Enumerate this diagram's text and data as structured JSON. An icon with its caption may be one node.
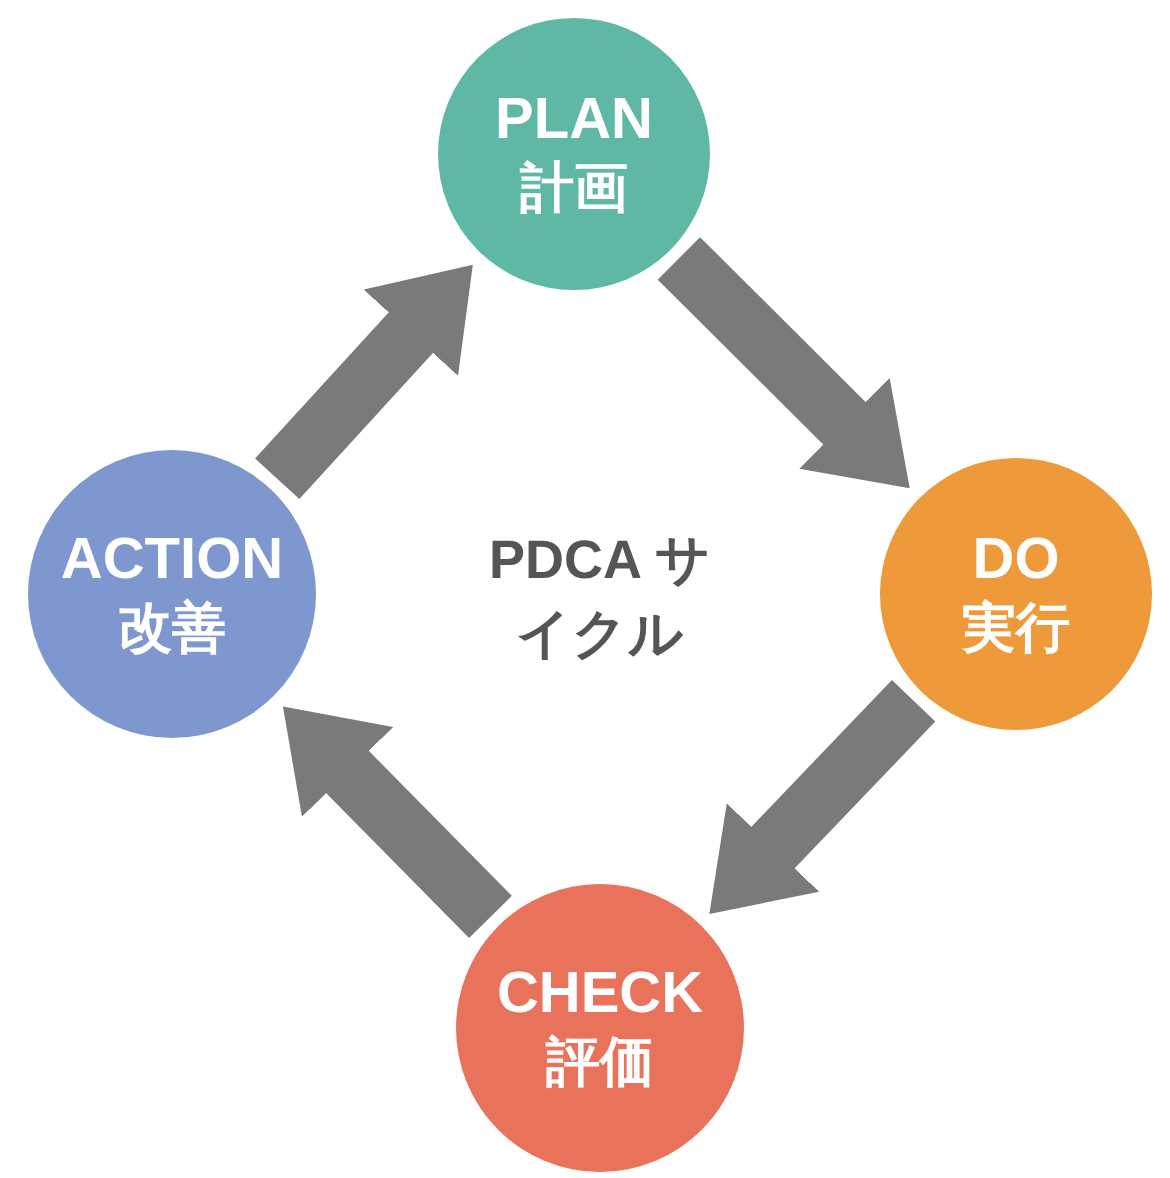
{
  "diagram": {
    "nodes": [
      {
        "text": [
          "PLAN",
          "計画"
        ]
      },
      {
        "text": [
          "DO",
          "実行"
        ]
      },
      {
        "text": [
          "CHECK",
          "評価"
        ]
      },
      {
        "text": [
          "ACTION",
          "改善"
        ]
      }
    ],
    "edges": [
      {
        "from": 0,
        "to": 1,
        "arrow": "to"
      },
      {
        "from": 1,
        "to": 2,
        "arrow": "to"
      },
      {
        "from": 2,
        "to": 3,
        "arrow": "to"
      },
      {
        "from": 3,
        "to": 0,
        "arrow": "to"
      }
    ],
    "labels": [
      "PDCA サイクル"
    ]
  }
}
